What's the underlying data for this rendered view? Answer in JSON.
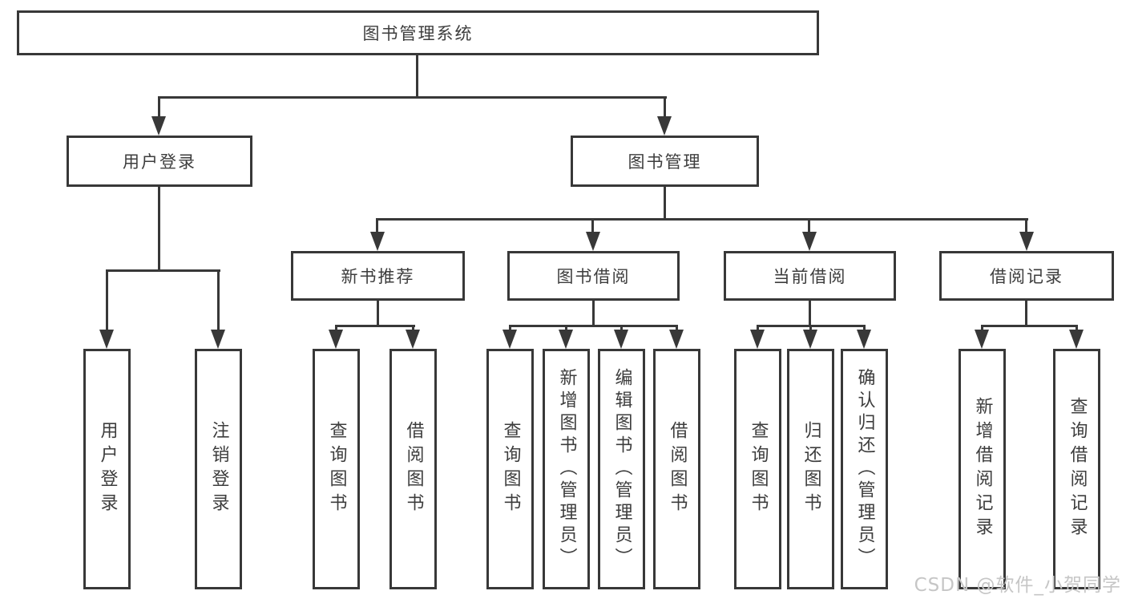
{
  "diagram": {
    "root": "图书管理系统",
    "branches": [
      "用户登录",
      "图书管理"
    ],
    "modules": [
      "新书推荐",
      "图书借阅",
      "当前借阅",
      "借阅记录"
    ],
    "leaves": {
      "user": [
        "用户登录",
        "注销登录"
      ],
      "recommend": [
        "查询图书",
        "借阅图书"
      ],
      "borrow": [
        "查询图书",
        "新增图书（管理员）",
        "编辑图书（管理员）",
        "借阅图书"
      ],
      "current": [
        "查询图书",
        "归还图书",
        "确认归还（管理员）"
      ],
      "records": [
        "新增借阅记录",
        "查询借阅记录"
      ]
    }
  },
  "watermark": "CSDN @软件_小贺同学",
  "colors": {
    "line": "#383838",
    "text": "#3d3d3d",
    "watermark": "#c6c6c6",
    "background": "#ffffff"
  }
}
